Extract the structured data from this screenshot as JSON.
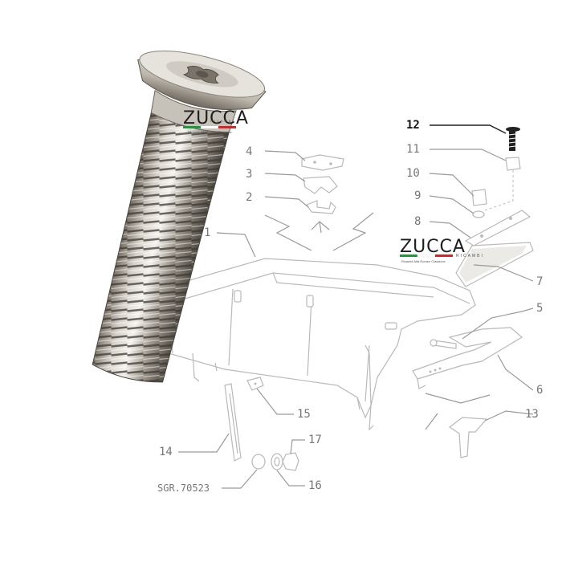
{
  "diagram": {
    "brand": {
      "name": "ZUCCA",
      "subtitle": "RICAMBI",
      "tagline": "Ricambi Alfa Romeo Classiche",
      "flag_colors": [
        "#1f9a3a",
        "#ffffff",
        "#d8232a"
      ]
    },
    "callouts": [
      {
        "id": "1",
        "label": "1"
      },
      {
        "id": "2",
        "label": "2"
      },
      {
        "id": "3",
        "label": "3"
      },
      {
        "id": "4",
        "label": "4"
      },
      {
        "id": "5",
        "label": "5"
      },
      {
        "id": "6",
        "label": "6"
      },
      {
        "id": "7",
        "label": "7"
      },
      {
        "id": "8",
        "label": "8"
      },
      {
        "id": "9",
        "label": "9"
      },
      {
        "id": "10",
        "label": "10"
      },
      {
        "id": "11",
        "label": "11"
      },
      {
        "id": "12",
        "label": "12",
        "highlighted": true
      },
      {
        "id": "13",
        "label": "13"
      },
      {
        "id": "14",
        "label": "14"
      },
      {
        "id": "15",
        "label": "15"
      },
      {
        "id": "16",
        "label": "16"
      },
      {
        "id": "17",
        "label": "17"
      },
      {
        "id": "sgr",
        "label": "SGR.70523"
      }
    ],
    "featured_part": {
      "name": "screw-photo",
      "callout": "12"
    }
  }
}
